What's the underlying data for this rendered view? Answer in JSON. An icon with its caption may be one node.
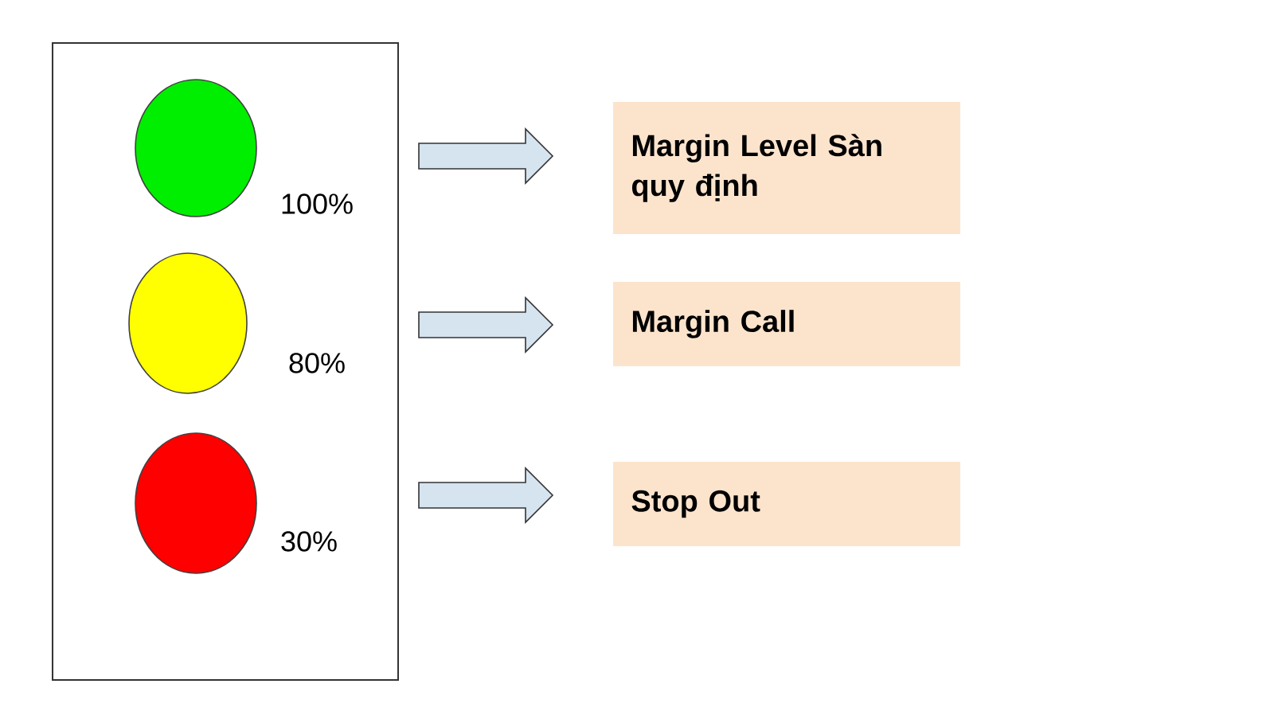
{
  "diagram": {
    "nodes": [
      {
        "text": [],
        "shape": "box"
      },
      {
        "text": [],
        "shape": "circle",
        "in": 0,
        "beside": [
          "100%"
        ]
      },
      {
        "text": [],
        "shape": "circle",
        "in": 0,
        "beside": [
          "80%"
        ]
      },
      {
        "text": [],
        "shape": "circle",
        "in": 0,
        "beside": [
          "30%"
        ]
      },
      {
        "text": [
          "Margin Level Sàn quy định"
        ]
      },
      {
        "text": [
          "Margin Call"
        ]
      },
      {
        "text": [
          "Stop Out"
        ]
      }
    ],
    "edges": [
      {
        "from": 1,
        "to": 4,
        "arrow": "to"
      },
      {
        "from": 2,
        "to": 5,
        "arrow": "to"
      },
      {
        "from": 3,
        "to": 6,
        "arrow": "to"
      }
    ]
  }
}
